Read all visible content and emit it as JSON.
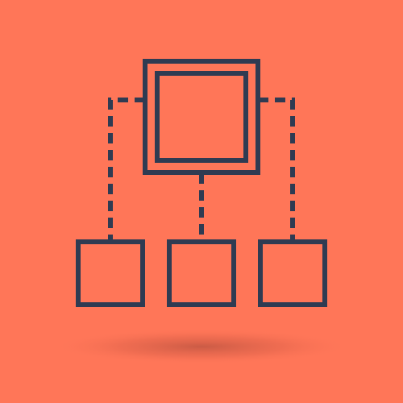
{
  "diagram": {
    "type": "hierarchy-icon",
    "nodes": [
      {
        "id": "root",
        "role": "parent",
        "style": "double-outline-square"
      },
      {
        "id": "child-1",
        "role": "child",
        "style": "outline-square"
      },
      {
        "id": "child-2",
        "role": "child",
        "style": "outline-square"
      },
      {
        "id": "child-3",
        "role": "child",
        "style": "outline-square"
      }
    ],
    "edges": [
      {
        "from": "root",
        "to": "child-1",
        "style": "dashed"
      },
      {
        "from": "root",
        "to": "child-2",
        "style": "dashed"
      },
      {
        "from": "root",
        "to": "child-3",
        "style": "dashed"
      }
    ]
  },
  "colors": {
    "background": "#ff7658",
    "stroke": "#2f3b52",
    "shadow": "#8a3a2e"
  },
  "icons": {
    "main": "hierarchy-diagram-icon"
  }
}
